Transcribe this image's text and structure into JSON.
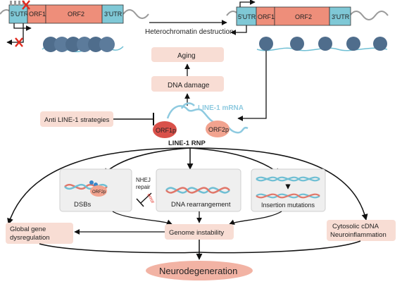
{
  "colors": {
    "utr": "#7fc8d6",
    "orf": "#ee8e7a",
    "box_fill": "#f8ddd4",
    "nucleosome": "#4f6d8c",
    "mrna": "#8ecae0",
    "orf1p": "#d9514a",
    "orf2p": "#f2a38f",
    "x_mark": "#e02a1f",
    "panel_fill": "#efefef",
    "dna_red": "#e0776a",
    "dna_blue": "#6fbfd4"
  },
  "gene_left": {
    "utr5": "5'UTR",
    "orf1": "ORF1",
    "orf2": "ORF2",
    "utr3": "3'UTR"
  },
  "gene_right": {
    "utr5": "5'UTR",
    "orf1": "ORF1",
    "orf2": "ORF2",
    "utr3": "3'UTR"
  },
  "top": {
    "heterochromatin": "Heterochromatin destruction"
  },
  "flow": {
    "aging": "Aging",
    "dna_damage": "DNA damage",
    "anti_line1": "Anti LINE-1 strategies",
    "line1_mrna": "LINE-1 mRNA",
    "orf1p": "ORF1p",
    "orf2p": "ORF2p",
    "rnp": "LINE-1 RNP"
  },
  "panels": {
    "dsbs": "DSBs",
    "dsbs_orf2p": "ORF2p",
    "nhej_line1": "NHEJ",
    "nhej_line2": "repair",
    "error": "error",
    "rearrangement": "DNA rearrangement",
    "insertion": "Insertion mutations"
  },
  "outcomes": {
    "global_line1": "Global gene",
    "global_line2": "dysregulation",
    "genome_instability": "Genome instability",
    "cytosolic_line1": "Cytosolic cDNA",
    "cytosolic_line2": "Neuroinflammation",
    "neurodegeneration": "Neurodegeneration"
  }
}
